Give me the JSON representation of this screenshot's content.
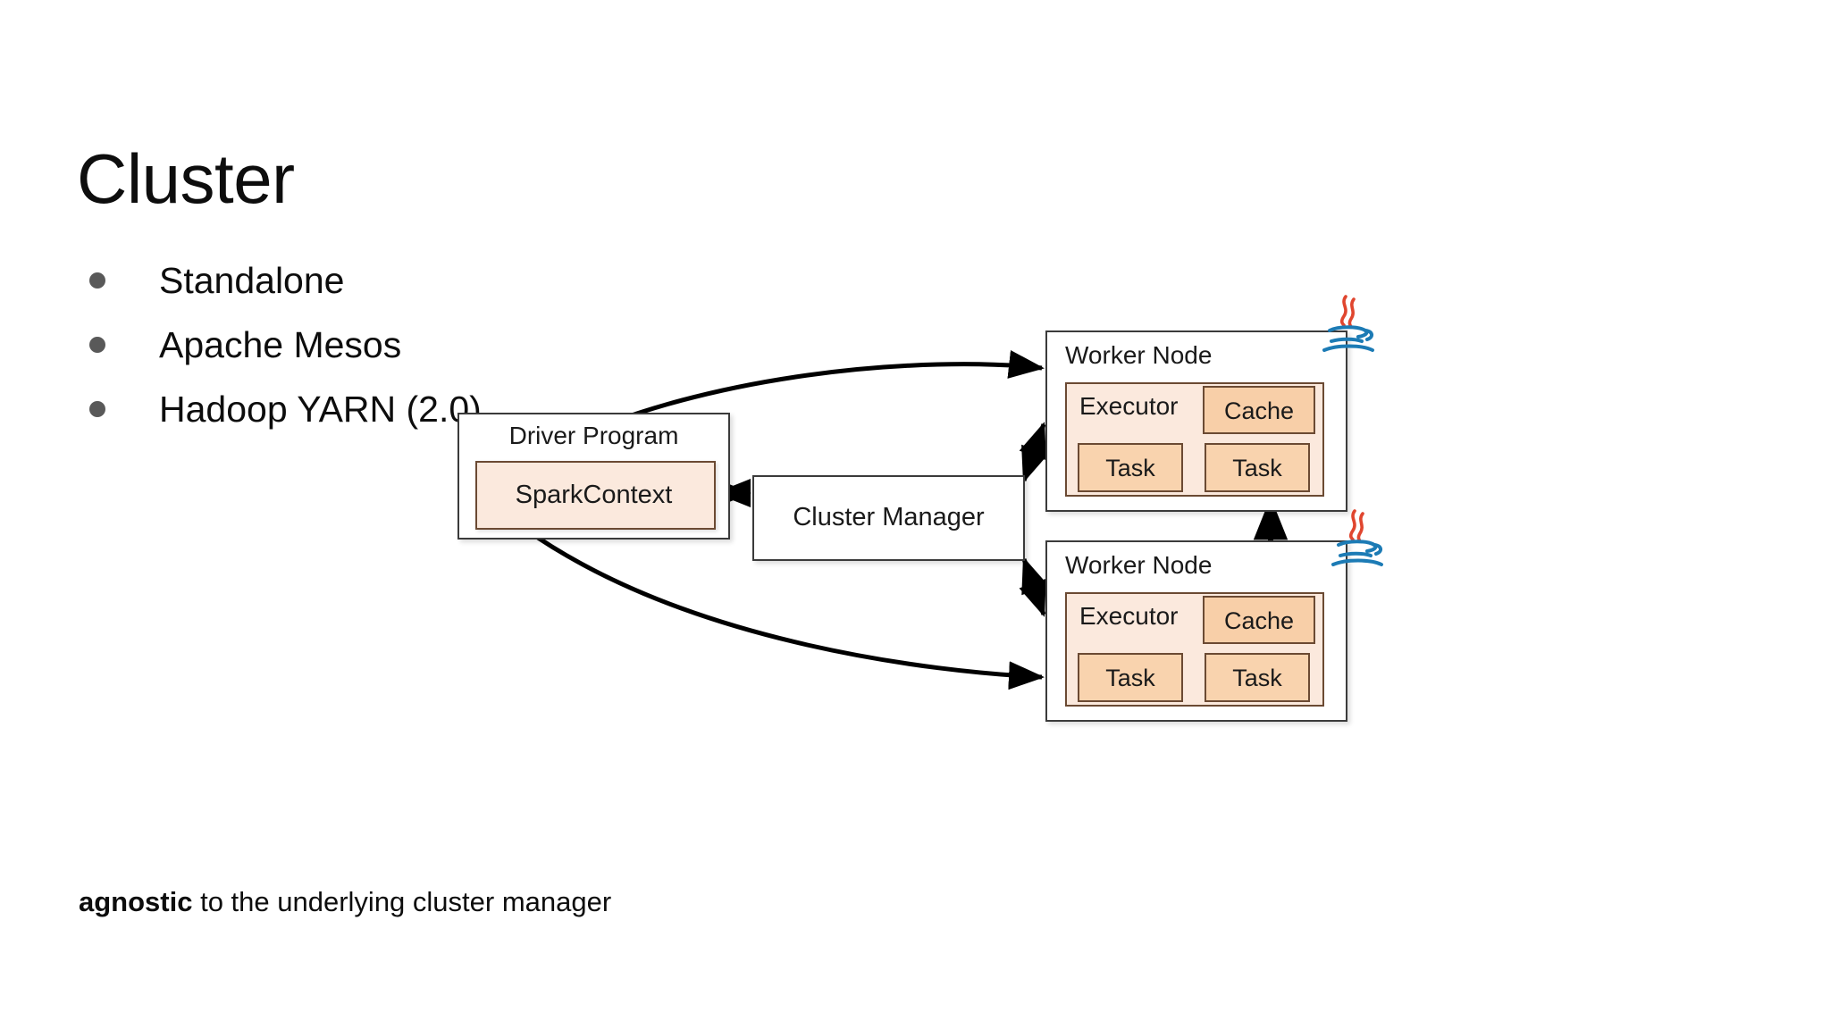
{
  "slide": {
    "title": "Cluster",
    "bullets": [
      {
        "label": "Standalone"
      },
      {
        "label": "Apache Mesos"
      },
      {
        "label": "Hadoop YARN (2.0)"
      }
    ],
    "footer": {
      "strong": "agnostic",
      "rest": " to the underlying cluster manager"
    }
  },
  "diagram": {
    "driver_program": {
      "title": "Driver Program",
      "sparkcontext": "SparkContext"
    },
    "cluster_manager": {
      "label": "Cluster Manager"
    },
    "worker_nodes": [
      {
        "title": "Worker Node",
        "executor": "Executor",
        "cache": "Cache",
        "tasks": [
          "Task",
          "Task"
        ]
      },
      {
        "title": "Worker Node",
        "executor": "Executor",
        "cache": "Cache",
        "tasks": [
          "Task",
          "Task"
        ]
      }
    ],
    "icons": {
      "java_logo": "java-logo"
    }
  },
  "colors": {
    "background": "#ffffff",
    "text": "#0d0d0d",
    "bullet_dot": "#595959",
    "box_border": "#3b3b3b",
    "inner_border": "#6b4a33",
    "sparkcontext_fill": "#fbe9dd",
    "executor_fill": "#fbe9dd",
    "cache_fill": "#f8cfa8",
    "task_fill": "#f9d3ae",
    "arrow": "#000000",
    "java_steam": "#e0462f",
    "java_cup": "#1c7bb5"
  }
}
